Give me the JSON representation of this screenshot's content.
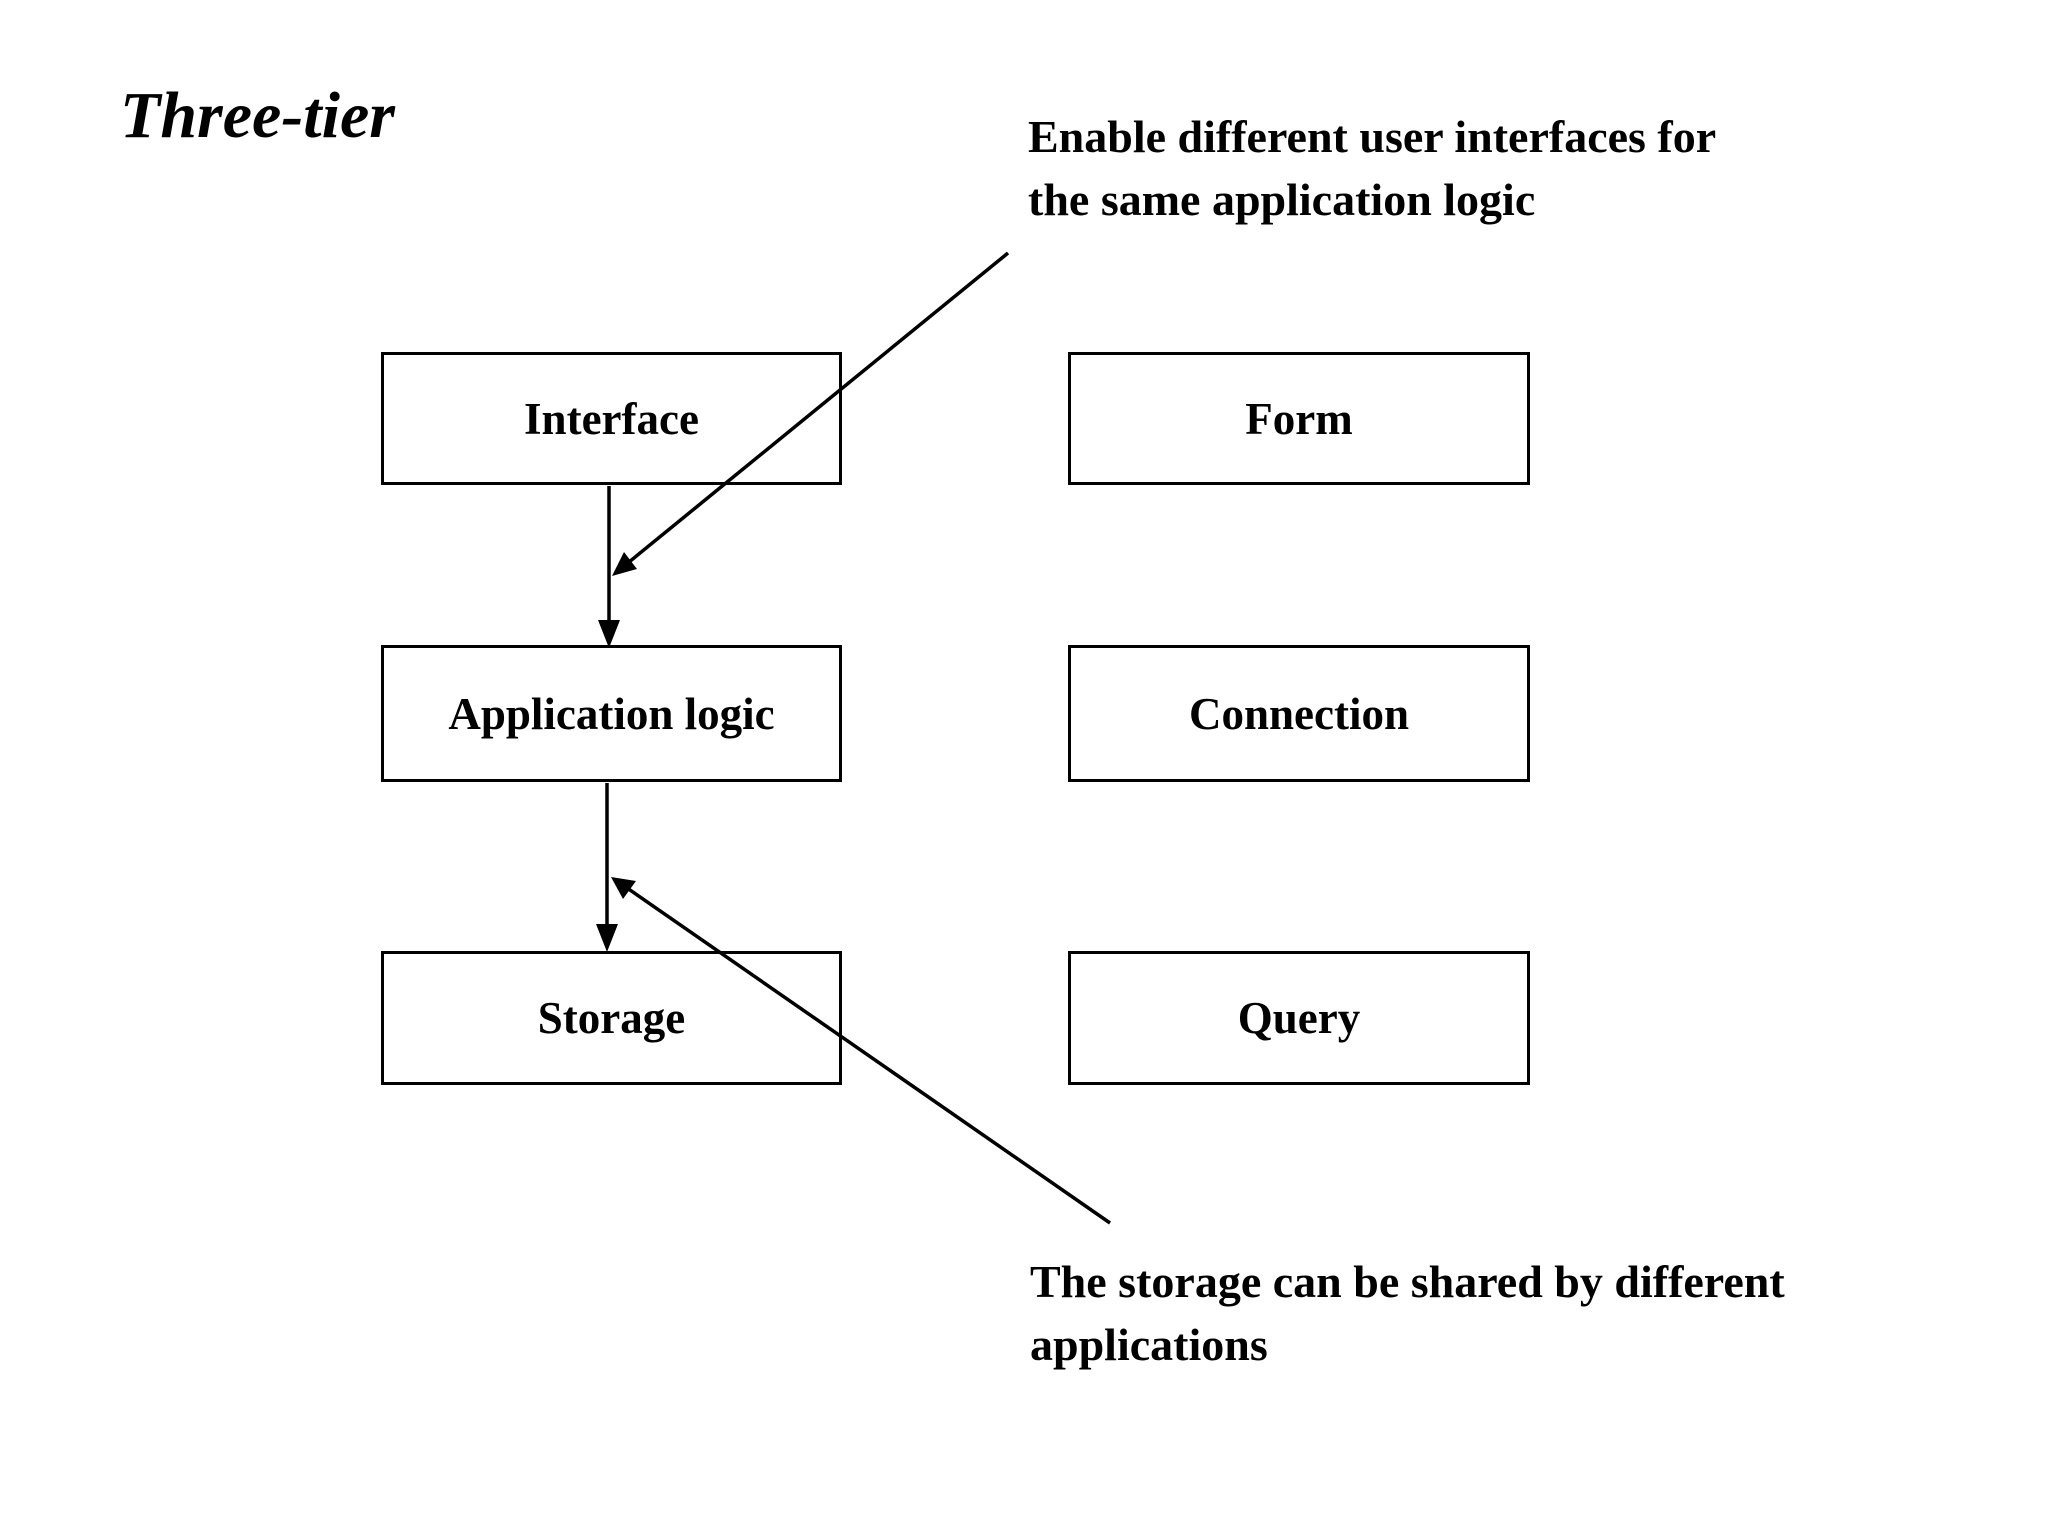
{
  "title": "Three-tier",
  "annotation_top": {
    "line1": "Enable different user interfaces for",
    "line2": "the same application logic"
  },
  "annotation_bottom": {
    "line1": "The storage can be shared by different",
    "line2": "applications"
  },
  "tier_boxes": [
    {
      "label": "Interface"
    },
    {
      "label": "Application logic"
    },
    {
      "label": "Storage"
    }
  ],
  "component_boxes": [
    {
      "label": "Form"
    },
    {
      "label": "Connection"
    },
    {
      "label": "Query"
    }
  ],
  "colors": {
    "background": "#ffffff",
    "line_color": "#000000",
    "text_color": "#000000"
  }
}
